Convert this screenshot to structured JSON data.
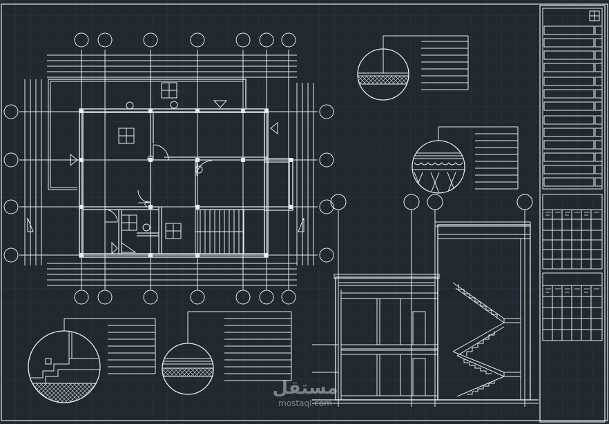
{
  "drawing": {
    "type": "architectural-cad-sheet",
    "line_color": "#e8ecef",
    "background_color": "#212830",
    "grid_color": "#2c3540",
    "icons": [
      "window-icon",
      "door-swing-icon",
      "stair-icon",
      "section-arrow-icon",
      "grid-bubble-icon",
      "detail-callout-icon"
    ]
  },
  "watermark": {
    "arabic": "مستقل",
    "latin": "mostaql.com"
  }
}
